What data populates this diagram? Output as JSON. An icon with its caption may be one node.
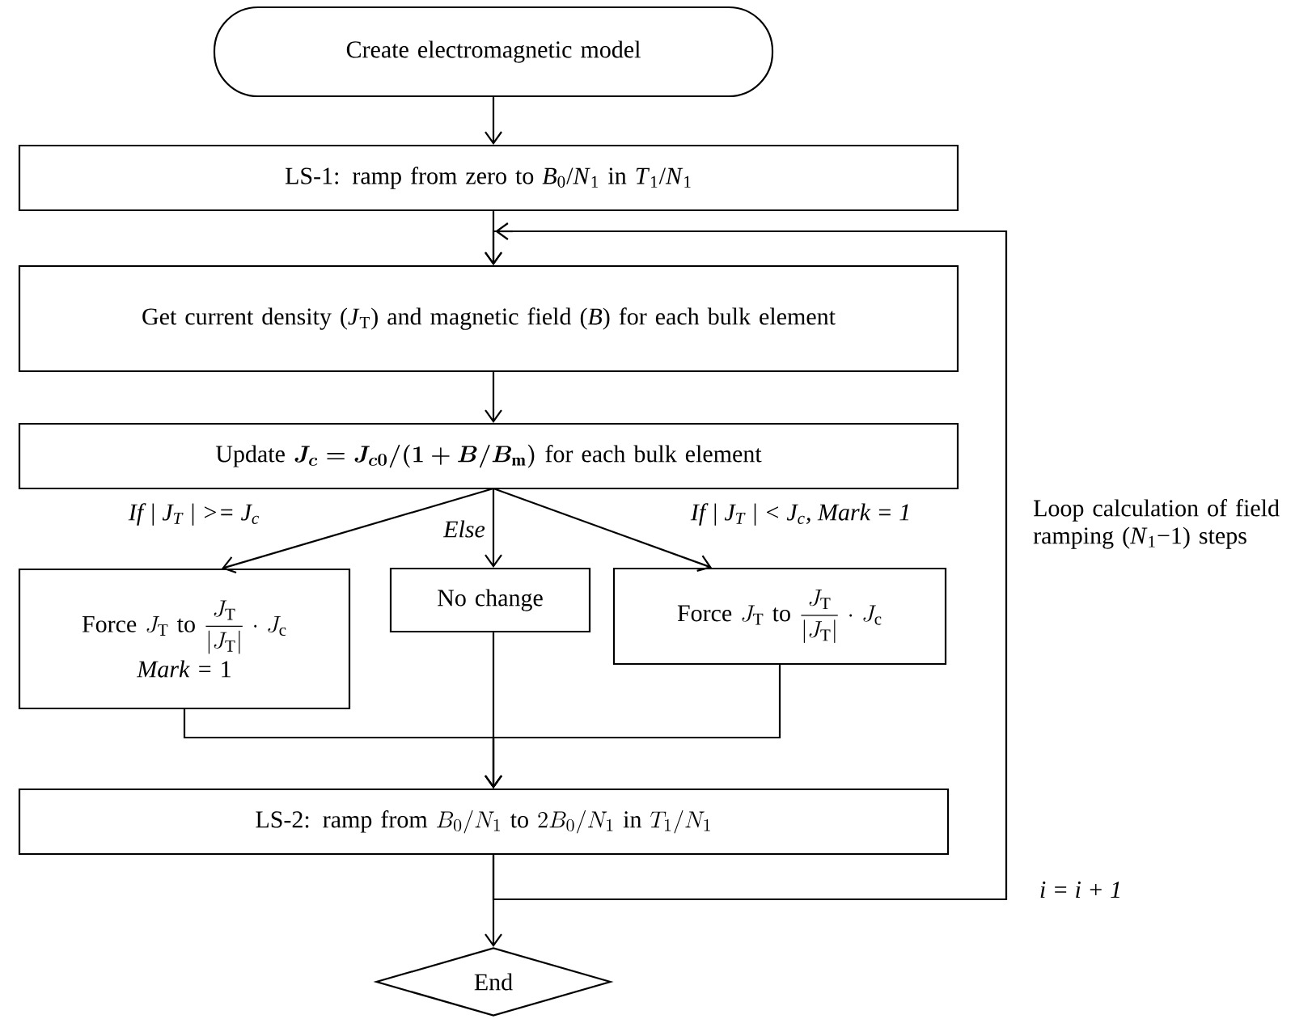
{
  "diagram": {
    "nodes": [
      {
        "text": [
          "Create electromagnetic model"
        ]
      },
      {
        "text": [
          "LS-1: ramp from zero to *B*$_{0}$/*N*$_{1}$ in *T*$_{1}$/*N*$_{1}$"
        ]
      },
      {
        "text": [
          "Get current density (*J*$_{T}$) and magnetic field (*B*) for each bulk element"
        ]
      },
      {
        "text": [
          "\\text{Update }\\boldsymbol{J_c=J_{c0}/(1+B/B_\\mathrm{m})}\\text{ for each bulk element}"
        ]
      },
      {
        "text": [
          "\\text{Force }J_\\mathrm{T}\\text{ to }\\frac{J_\\mathrm{T}}{|J_\\mathrm{T}|}\\cdot J_\\mathrm{c}",
          "*Mark* = 1"
        ]
      },
      {
        "text": [
          "No change"
        ]
      },
      {
        "text": [
          "\\text{Force }J_\\mathrm{T}\\text{ to }\\frac{J_\\mathrm{T}}{|J_\\mathrm{T}|}\\cdot J_\\mathrm{c}"
        ]
      },
      {
        "text": [
          "\\text{LS-2: ramp from }B_0/N_1\\text{ to }2B_0/N_1\\text{ in }T_1/N_1"
        ]
      },
      {
        "text": [
          "End"
        ]
      }
    ],
    "edges": [
      {
        "from": 0,
        "to": 1,
        "arrow": "to"
      },
      {
        "from": 1,
        "to": 2,
        "arrow": "to"
      },
      {
        "from": 2,
        "to": 3,
        "arrow": "to"
      },
      {
        "from": 3,
        "to": 4,
        "arrow": "to",
        "label": "If | J$_{T}$ | >= J$_{c}$"
      },
      {
        "from": 3,
        "to": 5,
        "arrow": "to",
        "label": "Else"
      },
      {
        "from": 3,
        "to": 6,
        "arrow": "to",
        "label": "If | J$_{T}$ | < J$_{c}$, Mark = 1"
      },
      {
        "from": 4,
        "to": 7,
        "arrow": "to"
      },
      {
        "from": 5,
        "to": 7,
        "arrow": "to"
      },
      {
        "from": 6,
        "to": 7,
        "arrow": "to"
      },
      {
        "from": 7,
        "to": 8,
        "arrow": "to"
      },
      {
        "from": 7,
        "to": 2,
        "arrow": "to",
        "label": "i = i + 1"
      }
    ],
    "labels": [
      "Loop calculation of field ramping (*N*$_{1}$−1) steps"
    ]
  }
}
